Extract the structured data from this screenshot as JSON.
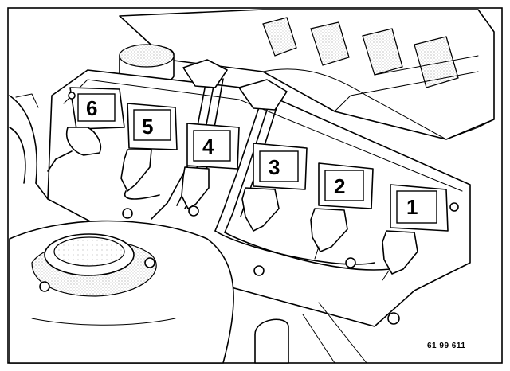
{
  "figure": {
    "ignition_coils": [
      {
        "label": "6"
      },
      {
        "label": "5"
      },
      {
        "label": "4"
      },
      {
        "label": "3"
      },
      {
        "label": "2"
      },
      {
        "label": "1"
      }
    ],
    "reference_code": "61 99 611"
  }
}
